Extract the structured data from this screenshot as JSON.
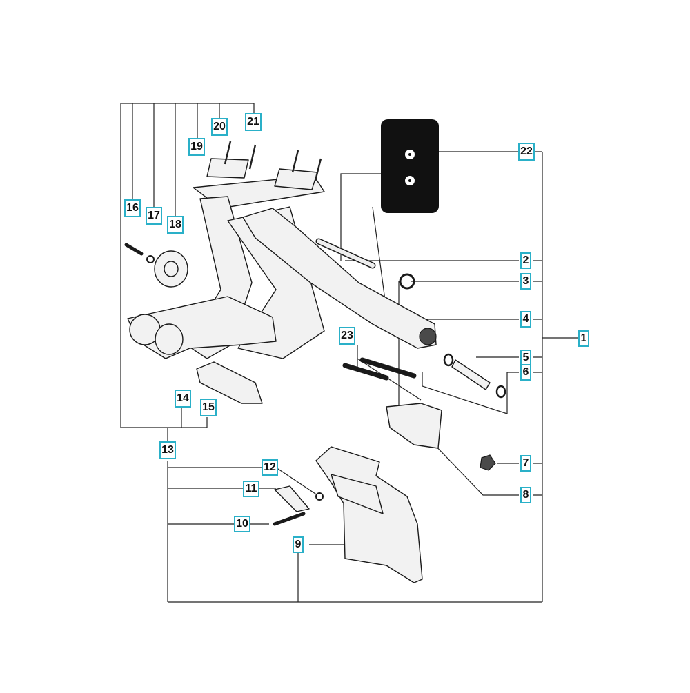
{
  "diagram": {
    "accent_color": "#2ab0c8",
    "callouts": [
      {
        "id": "1",
        "label": "1"
      },
      {
        "id": "2",
        "label": "2"
      },
      {
        "id": "3",
        "label": "3"
      },
      {
        "id": "4",
        "label": "4"
      },
      {
        "id": "5",
        "label": "5"
      },
      {
        "id": "6",
        "label": "6"
      },
      {
        "id": "7",
        "label": "7"
      },
      {
        "id": "8",
        "label": "8"
      },
      {
        "id": "9",
        "label": "9"
      },
      {
        "id": "10",
        "label": "10"
      },
      {
        "id": "11",
        "label": "11"
      },
      {
        "id": "12",
        "label": "12"
      },
      {
        "id": "13",
        "label": "13"
      },
      {
        "id": "14",
        "label": "14"
      },
      {
        "id": "15",
        "label": "15"
      },
      {
        "id": "16",
        "label": "16"
      },
      {
        "id": "17",
        "label": "17"
      },
      {
        "id": "18",
        "label": "18"
      },
      {
        "id": "19",
        "label": "19"
      },
      {
        "id": "20",
        "label": "20"
      },
      {
        "id": "21",
        "label": "21"
      },
      {
        "id": "22",
        "label": "22"
      },
      {
        "id": "23",
        "label": "23"
      }
    ]
  }
}
